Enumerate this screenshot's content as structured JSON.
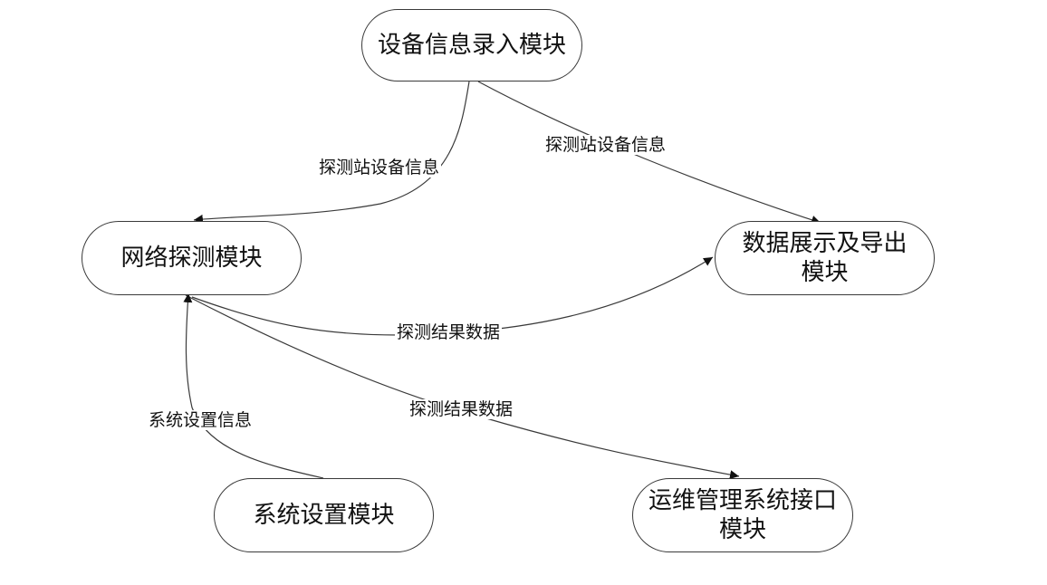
{
  "colors": {
    "line": "#3a3a3a",
    "text": "#111111",
    "background": "#ffffff"
  },
  "nodes": {
    "device_input": {
      "label": "设备信息录入模块"
    },
    "network_probe": {
      "label": "网络探测模块"
    },
    "data_display": {
      "line1": "数据展示及导出",
      "line2": "模块"
    },
    "system_settings": {
      "label": "系统设置模块"
    },
    "ops_interface": {
      "line1": "运维管理系统接口",
      "line2": "模块"
    }
  },
  "edges": {
    "device_to_probe": "探测站设备信息",
    "device_to_display": "探测站设备信息",
    "probe_to_display": "探测结果数据",
    "probe_to_ops": "探测结果数据",
    "settings_to_probe": "系统设置信息"
  }
}
